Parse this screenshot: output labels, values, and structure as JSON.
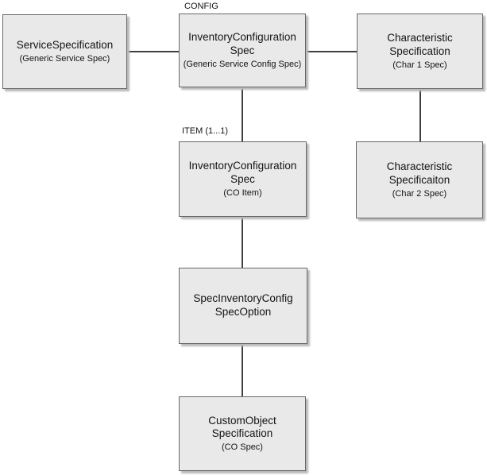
{
  "diagram": {
    "colors": {
      "background": "#ffffff",
      "node_fill": "#e9e9e9",
      "node_border": "#686868",
      "node_shadow": "#b9b9b9",
      "edge_line": "#404040",
      "text": "#141414"
    },
    "nodes": [
      {
        "id": "service-specification",
        "title": "ServiceSpecification",
        "subtitle": "(Generic Service Spec)"
      },
      {
        "id": "inventory-configuration-spec-config",
        "title": "InventoryConfiguration\nSpec",
        "subtitle": "(Generic Service Config Spec)"
      },
      {
        "id": "characteristic-specification-1",
        "title": "Characteristic\nSpecification",
        "subtitle": "(Char 1 Spec)"
      },
      {
        "id": "inventory-configuration-spec-item",
        "title": "InventoryConfiguration\nSpec",
        "subtitle": "(CO Item)"
      },
      {
        "id": "characteristic-specification-2",
        "title": "Characteristic\nSpecificaiton",
        "subtitle": "(Char 2 Spec)"
      },
      {
        "id": "spec-inventory-config-spec-option",
        "title": "SpecInventoryConfig\nSpecOption",
        "subtitle": ""
      },
      {
        "id": "custom-object-specification",
        "title": "CustomObject\nSpecification",
        "subtitle": "(CO Spec)"
      }
    ],
    "edge_labels": [
      {
        "id": "config",
        "text": "CONFIG"
      },
      {
        "id": "item",
        "text": "ITEM (1...1)"
      }
    ]
  }
}
